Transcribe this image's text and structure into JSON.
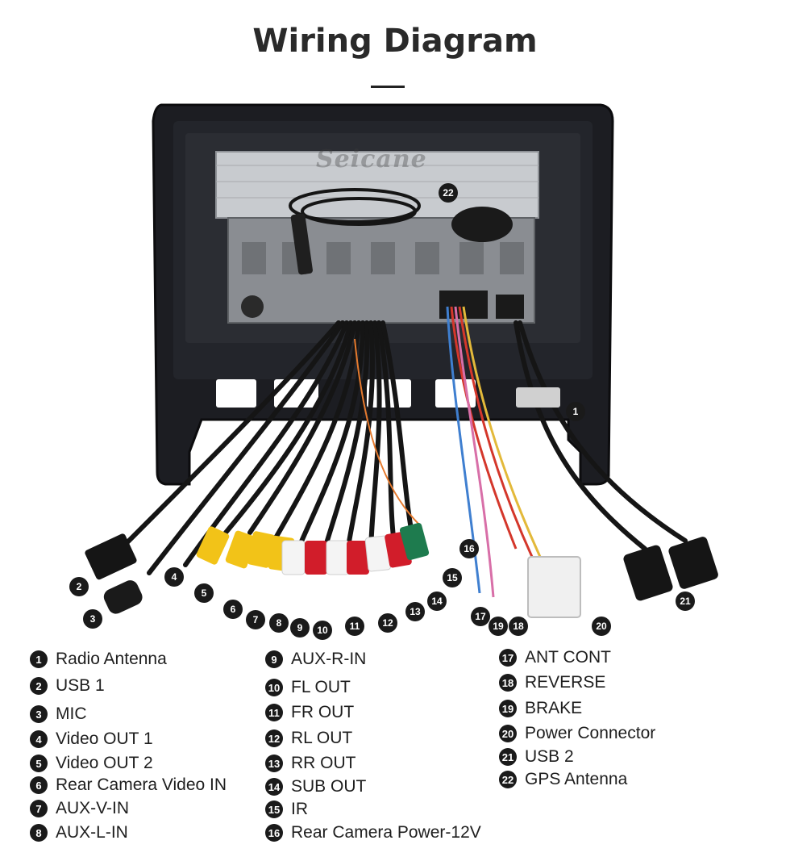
{
  "title": "Wiring Diagram",
  "watermark": "Seicane",
  "legend": [
    {
      "n": "1",
      "label": "Radio Antenna"
    },
    {
      "n": "2",
      "label": "USB 1"
    },
    {
      "n": "3",
      "label": "MIC"
    },
    {
      "n": "4",
      "label": "Video OUT 1"
    },
    {
      "n": "5",
      "label": "Video OUT 2"
    },
    {
      "n": "6",
      "label": "Rear Camera Video IN"
    },
    {
      "n": "7",
      "label": "AUX-V-IN"
    },
    {
      "n": "8",
      "label": "AUX-L-IN"
    },
    {
      "n": "9",
      "label": "AUX-R-IN"
    },
    {
      "n": "10",
      "label": "FL OUT"
    },
    {
      "n": "11",
      "label": "FR OUT"
    },
    {
      "n": "12",
      "label": "RL OUT"
    },
    {
      "n": "13",
      "label": "RR OUT"
    },
    {
      "n": "14",
      "label": "SUB OUT"
    },
    {
      "n": "15",
      "label": "IR"
    },
    {
      "n": "16",
      "label": "Rear Camera Power-12V"
    },
    {
      "n": "17",
      "label": "ANT CONT"
    },
    {
      "n": "18",
      "label": "REVERSE"
    },
    {
      "n": "19",
      "label": "BRAKE"
    },
    {
      "n": "20",
      "label": "Power Connector"
    },
    {
      "n": "21",
      "label": "USB 2"
    },
    {
      "n": "22",
      "label": "GPS Antenna"
    }
  ]
}
